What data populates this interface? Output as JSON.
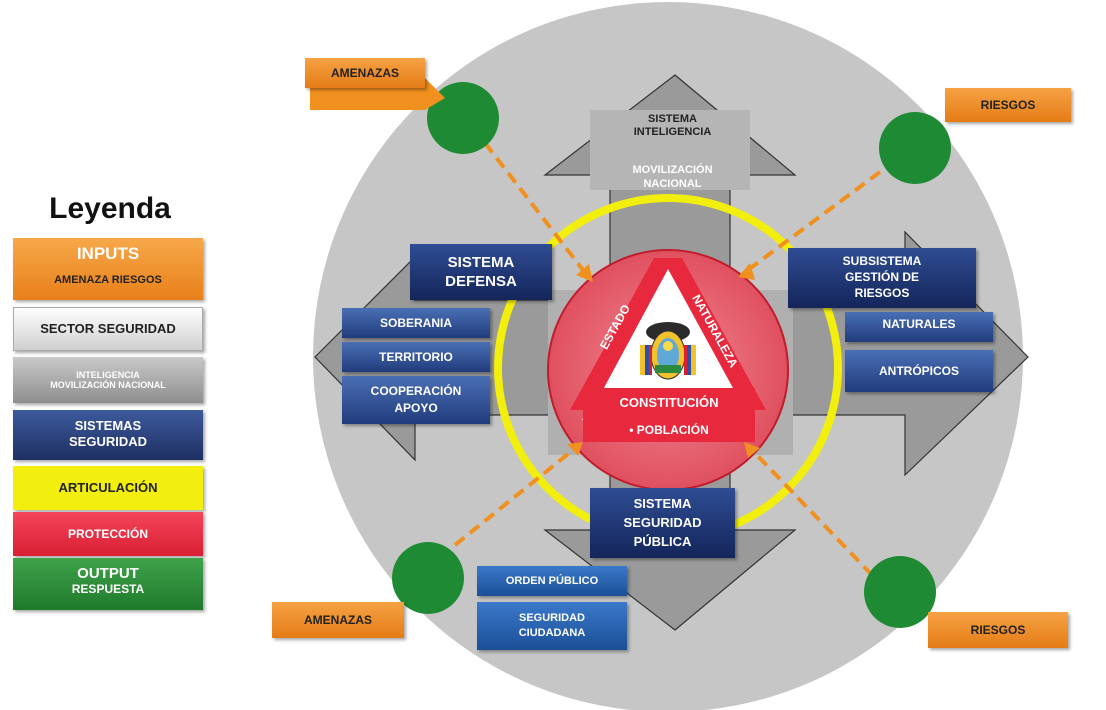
{
  "legend": {
    "title": "Leyenda",
    "inputs_l1": "INPUTS",
    "inputs_l2": "AMENAZA RIESGOS",
    "sector": "SECTOR SEGURIDAD",
    "intel_l1": "INTELIGENCIA",
    "intel_l2": "MOVILIZACIÓN NACIONAL",
    "sistemas_l1": "SISTEMAS",
    "sistemas_l2": "SEGURIDAD",
    "articulacion": "ARTICULACIÓN",
    "proteccion": "PROTECCIÓN",
    "output_l1": "OUTPUT",
    "output_l2": "RESPUESTA"
  },
  "inputs": {
    "amenazas_top": "AMENAZAS",
    "riesgos_top": "RIESGOS",
    "amenazas_bottom": "AMENAZAS",
    "riesgos_bottom": "RIESGOS"
  },
  "top_arrow": {
    "sistema_l1": "SISTEMA",
    "sistema_l2": "INTELIGENCIA",
    "movil_l1": "MOVILIZACIÓN",
    "movil_l2": "NACIONAL"
  },
  "defensa": {
    "title_l1": "SISTEMA",
    "title_l2": "DEFENSA",
    "items": [
      "SOBERANIA",
      "TERRITORIO"
    ],
    "coop_l1": "COOPERACIÓN",
    "coop_l2": "APOYO"
  },
  "riesgos_sub": {
    "title_l1": "SUBSISTEMA",
    "title_l2": "GESTIÓN DE",
    "title_l3": "RIESGOS",
    "items": [
      "NATURALES",
      "ANTRÓPICOS"
    ]
  },
  "publica": {
    "title_l1": "SISTEMA",
    "title_l2": "SEGURIDAD",
    "title_l3": "PÚBLICA",
    "orden": "ORDEN PÚBLICO",
    "ciud_l1": "SEGURIDAD",
    "ciud_l2": "CIUDADANA"
  },
  "center": {
    "estado": "ESTADO",
    "naturaleza": "NATURALEZA",
    "constitucion": "CONSTITUCIÓN",
    "poblacion": "POBLACIÓN"
  },
  "colors": {
    "orange": "#f0901f",
    "gray_circle": "#c8c8c8",
    "green": "#1f8a34",
    "yellow": "#f2ee0d",
    "red": "#e8283d",
    "navy": "#1e2f63"
  }
}
